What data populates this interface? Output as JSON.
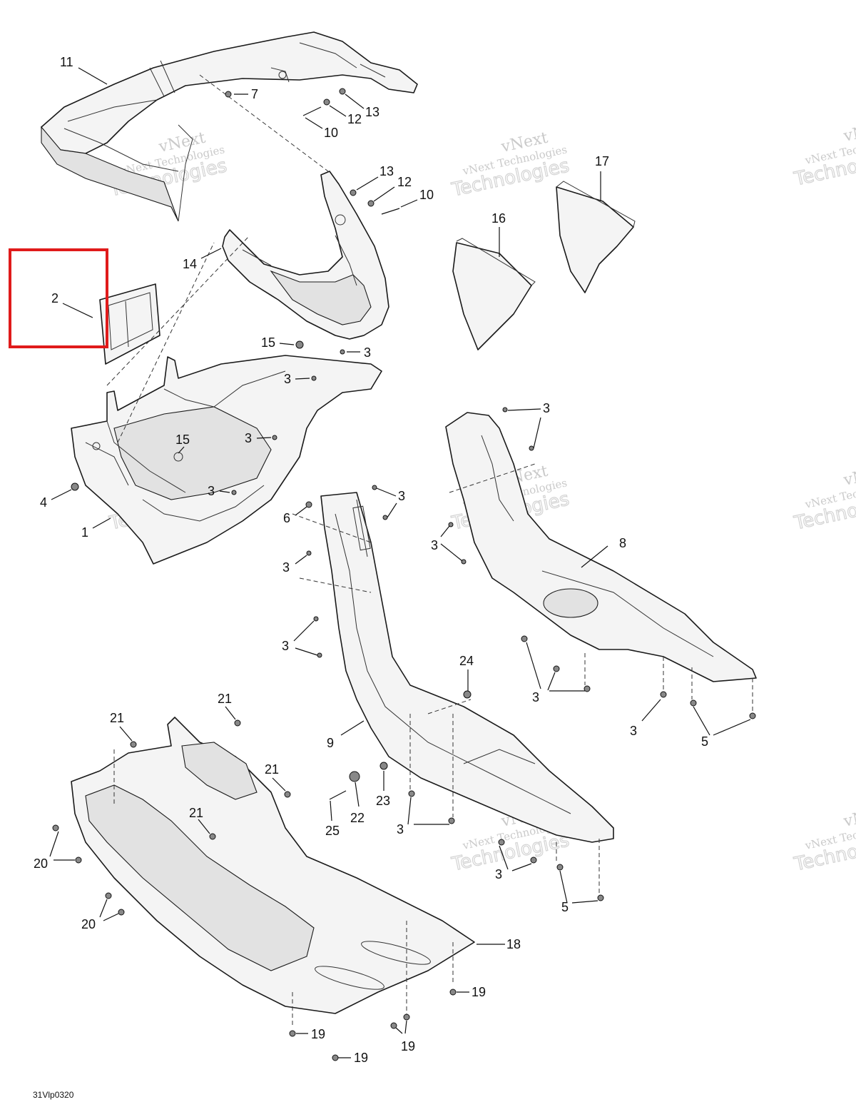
{
  "drawing_id": "31Vlp0320",
  "watermark": {
    "line1": "vNext",
    "line2": "vNext Technologies",
    "line3": "Technologies"
  },
  "highlight": {
    "label": "2",
    "color": "#e01b1b"
  },
  "callouts": [
    {
      "id": "c11",
      "text": "11"
    },
    {
      "id": "c7",
      "text": "7"
    },
    {
      "id": "c13a",
      "text": "13"
    },
    {
      "id": "c12a",
      "text": "12"
    },
    {
      "id": "c10a",
      "text": "10"
    },
    {
      "id": "c13b",
      "text": "13"
    },
    {
      "id": "c12b",
      "text": "12"
    },
    {
      "id": "c10b",
      "text": "10"
    },
    {
      "id": "c17",
      "text": "17"
    },
    {
      "id": "c16",
      "text": "16"
    },
    {
      "id": "c14",
      "text": "14"
    },
    {
      "id": "c2",
      "text": "2"
    },
    {
      "id": "c15a",
      "text": "15"
    },
    {
      "id": "c3a",
      "text": "3"
    },
    {
      "id": "c3b",
      "text": "3"
    },
    {
      "id": "c15b",
      "text": "15"
    },
    {
      "id": "c3c",
      "text": "3"
    },
    {
      "id": "c3d",
      "text": "3"
    },
    {
      "id": "c4",
      "text": "4"
    },
    {
      "id": "c1",
      "text": "1"
    },
    {
      "id": "c3e",
      "text": "3"
    },
    {
      "id": "c3f",
      "text": "3"
    },
    {
      "id": "c6",
      "text": "6"
    },
    {
      "id": "c3g",
      "text": "3"
    },
    {
      "id": "c8",
      "text": "8"
    },
    {
      "id": "c3h",
      "text": "3"
    },
    {
      "id": "c3i",
      "text": "3"
    },
    {
      "id": "c24",
      "text": "24"
    },
    {
      "id": "c3j",
      "text": "3"
    },
    {
      "id": "c3k",
      "text": "3"
    },
    {
      "id": "c5a",
      "text": "5"
    },
    {
      "id": "c21a",
      "text": "21"
    },
    {
      "id": "c21b",
      "text": "21"
    },
    {
      "id": "c9",
      "text": "9"
    },
    {
      "id": "c21c",
      "text": "21"
    },
    {
      "id": "c23",
      "text": "23"
    },
    {
      "id": "c22",
      "text": "22"
    },
    {
      "id": "c25",
      "text": "25"
    },
    {
      "id": "c3l",
      "text": "3"
    },
    {
      "id": "c21d",
      "text": "21"
    },
    {
      "id": "c20a",
      "text": "20"
    },
    {
      "id": "c3m",
      "text": "3"
    },
    {
      "id": "c5b",
      "text": "5"
    },
    {
      "id": "c20b",
      "text": "20"
    },
    {
      "id": "c18",
      "text": "18"
    },
    {
      "id": "c19a",
      "text": "19"
    },
    {
      "id": "c19b",
      "text": "19"
    },
    {
      "id": "c19c",
      "text": "19"
    },
    {
      "id": "c19d",
      "text": "19"
    }
  ]
}
